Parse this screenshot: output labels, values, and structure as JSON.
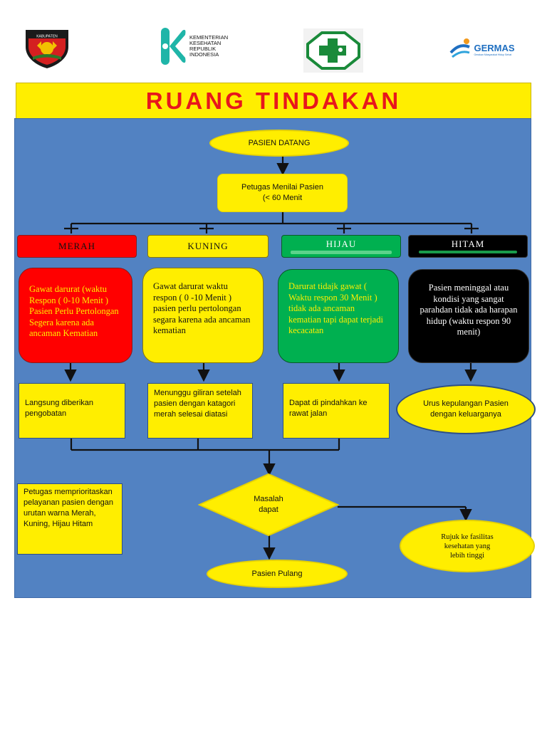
{
  "header": {
    "title": "RUANG TINDAKAN",
    "logos": [
      {
        "name": "regency-crest",
        "text": "KABUPATEN"
      },
      {
        "name": "kemenkes",
        "text": [
          "KEMENTERIAN",
          "KESEHATAN",
          "REPUBLIK",
          "INDONESIA"
        ]
      },
      {
        "name": "puskesmas-cross",
        "text": ""
      },
      {
        "name": "germas",
        "text": "GERMAS",
        "sub": "Gerakan Masyarakat Hidup Sehat"
      }
    ]
  },
  "colors": {
    "banner_bg": "#ffee00",
    "title_text": "#e8161c",
    "panel_bg": "#5282c2",
    "red": "#ff0000",
    "yellow": "#ffee00",
    "green": "#00b050",
    "black": "#000000"
  },
  "flow": {
    "start": "PASIEN DATANG",
    "assess": [
      "Petugas Menilai Pasien",
      "(< 60 Menit"
    ],
    "categories": [
      {
        "label": "MERAH",
        "color": "#ff0000",
        "text_color": "#000000"
      },
      {
        "label": "KUNING",
        "color": "#ffee00",
        "text_color": "#000000"
      },
      {
        "label": "HIJAU",
        "color": "#00b050",
        "text_color": "#ffffff"
      },
      {
        "label": "HITAM",
        "color": "#000000",
        "text_color": "#ffffff"
      }
    ],
    "descriptions": [
      "Gawat darurat (waktu Respon ( 0-10 Menit ) Pasien Perlu Pertolongan Segera karena ada ancaman Kematian",
      "Gawat darurat waktu respon ( 0 -10 Menit ) pasien perlu pertolongan segara karena ada ancaman kematian",
      "Darurat tidajk gawat ( Waktu respon 30 Menit ) tidak ada ancaman kematian tapi dapat terjadi kecacatan",
      "Pasien meninggal atau kondisi yang sangat parahdan tidak ada harapan hidup (waktu respon 90 menit)"
    ],
    "actions": [
      "Langsung diberikan pengobatan",
      "Menunggu giliran setelah pasien dengan katagori merah selesai diatasi",
      "Dapat di pindahkan ke rawat jalan",
      "Urus kepulangan Pasien dengan keluarganya"
    ],
    "note": "Petugas memprioritaskan pelayanan pasien dengan urutan warna Merah, Kuning, Hijau Hitam",
    "decision": [
      "Masalah",
      "dapat"
    ],
    "end": "Pasien Pulang",
    "refer": [
      "Rujuk ke fasilitas",
      "kesehatan yang",
      "lebih tinggi"
    ]
  }
}
